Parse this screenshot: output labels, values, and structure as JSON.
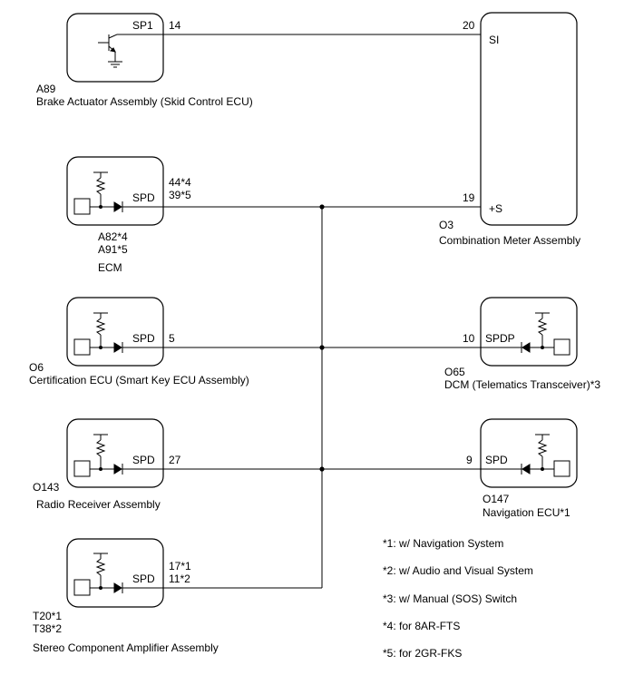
{
  "components": {
    "brake_actuator": {
      "ref": "A89",
      "name": "Brake Actuator Assembly (Skid Control ECU)",
      "pin_label": "SP1",
      "pin": "14"
    },
    "ecm": {
      "ref1": "A82*4",
      "ref2": "A91*5",
      "name": "ECM",
      "pin_label": "SPD",
      "pin1": "44*4",
      "pin2": "39*5"
    },
    "certification_ecu": {
      "ref": "O6",
      "name": "Certification ECU (Smart Key ECU Assembly)",
      "pin_label": "SPD",
      "pin": "5"
    },
    "radio_receiver": {
      "ref": "O143",
      "name": "Radio Receiver Assembly",
      "pin_label": "SPD",
      "pin": "27"
    },
    "stereo_amp": {
      "ref1": "T20*1",
      "ref2": "T38*2",
      "name": "Stereo Component Amplifier Assembly",
      "pin_label": "SPD",
      "pin1": "17*1",
      "pin2": "11*2"
    },
    "combination_meter": {
      "ref": "O3",
      "name": "Combination Meter Assembly",
      "pin_si_label": "SI",
      "pin_si": "20",
      "pin_s_label": "+S",
      "pin_s": "19"
    },
    "dcm": {
      "ref": "O65",
      "name": "DCM (Telematics Transceiver)*3",
      "pin_label": "SPDP",
      "pin": "10"
    },
    "navigation_ecu": {
      "ref": "O147",
      "name": "Navigation ECU*1",
      "pin_label": "SPD",
      "pin": "9"
    }
  },
  "notes": [
    "*1: w/ Navigation System",
    "*2: w/ Audio and Visual System",
    "*3: w/ Manual (SOS) Switch",
    "*4: for 8AR-FTS",
    "*5: for 2GR-FKS"
  ]
}
